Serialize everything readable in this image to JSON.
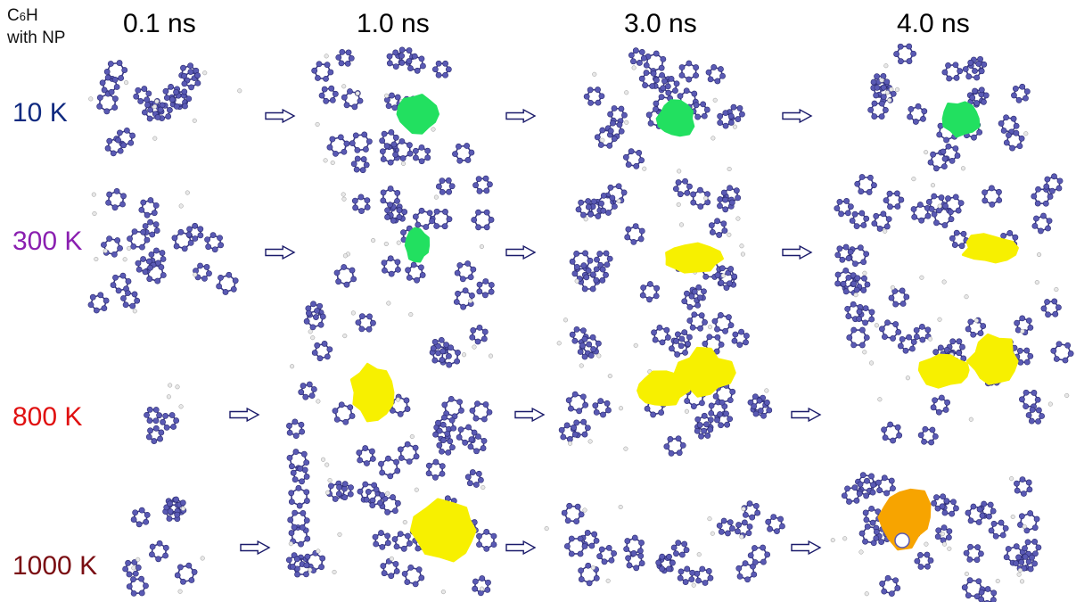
{
  "corner": {
    "line1_main": "C",
    "line1_sub": "6",
    "line1_end": "H",
    "line2": "with NP"
  },
  "columns": [
    "0.1 ns",
    "1.0 ns",
    "3.0 ns",
    "4.0 ns"
  ],
  "rows": [
    {
      "label": "10 K",
      "color": "#102a80"
    },
    {
      "label": "300 K",
      "color": "#8a1fb0"
    },
    {
      "label": "800 K",
      "color": "#e01010"
    },
    {
      "label": "1000 K",
      "color": "#7a0d12"
    }
  ],
  "colors": {
    "atom": "#5a5ab4",
    "bond": "#3a3a8a",
    "hydrogen": "#e8e8e8",
    "np_green": "#22e060",
    "np_yellow": "#f7f000",
    "np_orange": "#f7a400",
    "arrow": "#1a1a6a"
  }
}
